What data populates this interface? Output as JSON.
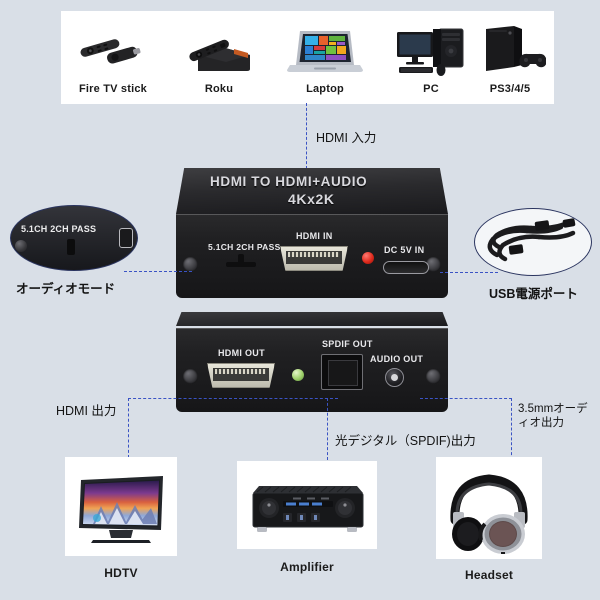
{
  "colors": {
    "background": "#d9dfe7",
    "card": "#ffffff",
    "dashed_line": "#3a53c4",
    "device_body": "#202022",
    "led_red": "#e02b1d",
    "led_green": "#9ed06a",
    "silk_text": "#e9e9ec"
  },
  "top_sources": {
    "panel_label": "source-devices-panel",
    "items": [
      {
        "label": "Fire TV stick",
        "icon": "fire-tv-stick-icon"
      },
      {
        "label": "Roku",
        "icon": "roku-box-icon"
      },
      {
        "label": "Laptop",
        "icon": "laptop-icon"
      },
      {
        "label": "PC",
        "icon": "desktop-pc-icon"
      },
      {
        "label": "PS3/4/5",
        "icon": "game-console-icon"
      }
    ]
  },
  "connections": {
    "hdmi_in": "HDMI 入力",
    "audio_mode": "オーディオモード",
    "usb_power": "USB電源ポート",
    "hdmi_out": "HDMI 出力",
    "spdif_out": "光デジタル（SPDIF)出力",
    "analog_out": "3.5mmオーディオ出力"
  },
  "device_front": {
    "title_line1": "HDMI TO HDMI+AUDIO",
    "title_line2": "4Kx2K",
    "switch_label": "5.1CH 2CH PASS",
    "hdmi_in_label": "HDMI IN",
    "power_label": "DC 5V IN",
    "indicator": "power-led-red"
  },
  "device_back": {
    "hdmi_out_label": "HDMI OUT",
    "spdif_out_label": "SPDIF OUT",
    "audio_out_label": "AUDIO OUT",
    "indicator": "status-led-green"
  },
  "magnifiers": {
    "left": {
      "caption": "オーディオモード",
      "detail_text": "5.1CH 2CH PASS"
    },
    "right": {
      "caption": "USB電源ポート",
      "detail_text": "usb-cable-photo"
    }
  },
  "bottom_outputs": {
    "panel_label": "output-devices-panel",
    "items": [
      {
        "label": "HDTV",
        "icon": "television-icon"
      },
      {
        "label": "Amplifier",
        "icon": "amplifier-icon"
      },
      {
        "label": "Headset",
        "icon": "headphones-icon"
      }
    ]
  }
}
